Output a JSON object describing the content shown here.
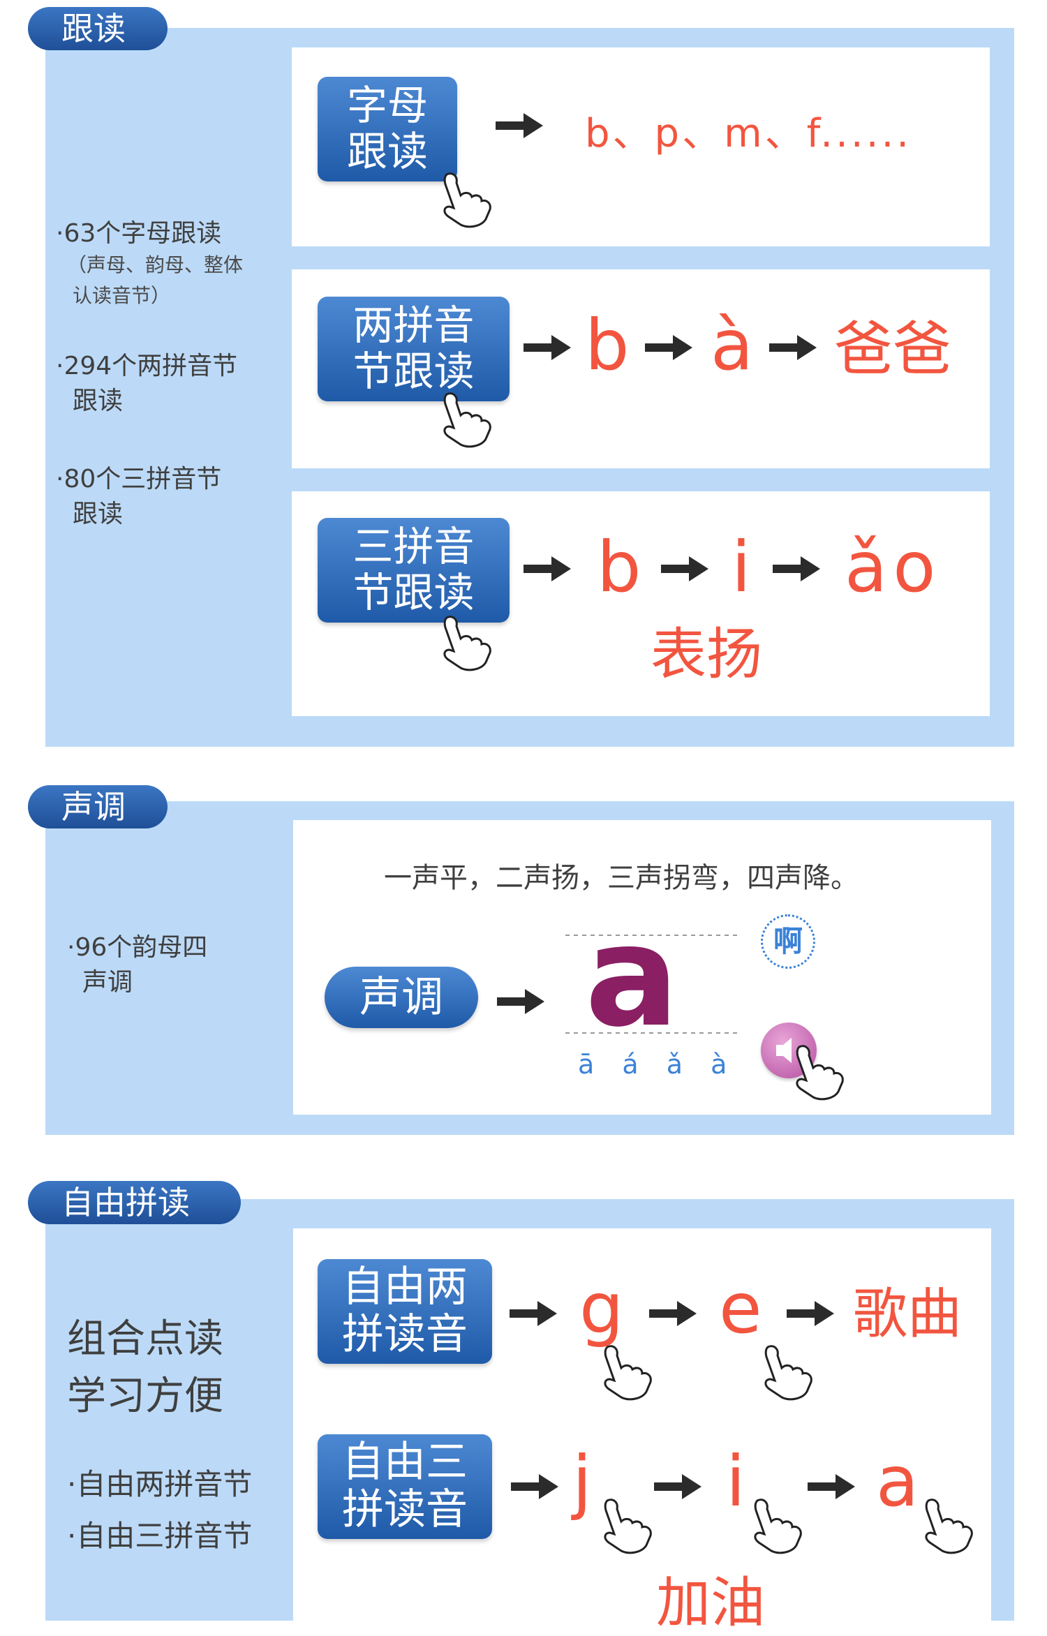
{
  "colors": {
    "accent_red": "#f2553f",
    "tab_blue": "#1f4f97",
    "section_bg": "#bcdaf7",
    "letter_purple": "#8a1f63"
  },
  "section1": {
    "tab": "跟读",
    "bullets": [
      {
        "text": "·63个字母跟读",
        "sub": "（声母、韵母、整体",
        "sub2": "认读音节）"
      },
      {
        "text": "·294个两拼音节",
        "text2": "跟读"
      },
      {
        "text": "·80个三拼音节",
        "text2": "跟读"
      }
    ],
    "row1": {
      "button_line1": "字母",
      "button_line2": "跟读",
      "result": "b、p、m、f......"
    },
    "row2": {
      "button_line1": "两拼音",
      "button_line2": "节跟读",
      "seq": [
        "b",
        "à",
        "爸爸"
      ]
    },
    "row3": {
      "button_line1": "三拼音",
      "button_line2": "节跟读",
      "seq": [
        "b",
        "i",
        "ǎo"
      ],
      "word": "表扬"
    }
  },
  "section2": {
    "tab": "声调",
    "bullet": "·96个韵母四",
    "bullet2": "声调",
    "rhyme": "一声平，二声扬，三声拐弯，四声降。",
    "button": "声调",
    "letter": "a",
    "tones": "ā á ǎ à",
    "speech": "啊",
    "icons": [
      "speaker-icon",
      "hand-pointer-icon"
    ]
  },
  "section3": {
    "tab": "自由拼读",
    "heading1": "组合点读",
    "heading2": "学习方便",
    "bullets": [
      "·自由两拼音节",
      "·自由三拼音节"
    ],
    "row1": {
      "button_line1": "自由两",
      "button_line2": "拼读音",
      "seq": [
        "g",
        "e",
        "歌曲"
      ]
    },
    "row2": {
      "button_line1": "自由三",
      "button_line2": "拼读音",
      "seq": [
        "j",
        "i",
        "a"
      ],
      "word": "加油"
    }
  }
}
